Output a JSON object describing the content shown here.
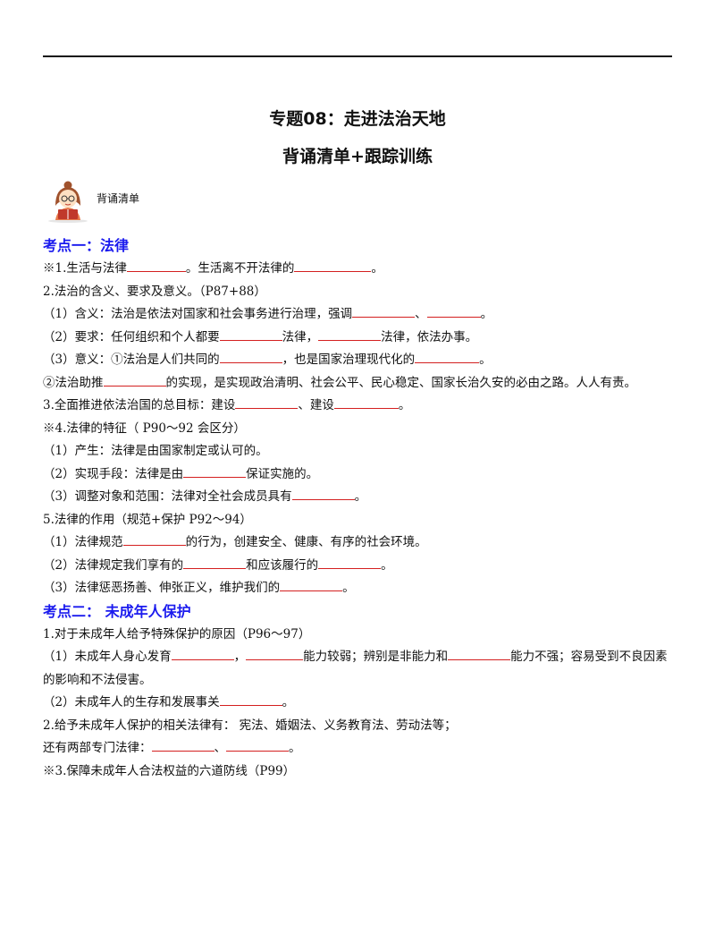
{
  "header": {
    "title": "专题08：走进法治天地",
    "subtitle": "背诵清单+跟踪训练",
    "badge_label": "背诵清单"
  },
  "section1": {
    "heading": "考点一：法律",
    "l1a": "※1.生活与法律",
    "l1b": "。生活离不开法律的",
    "l1c": "。",
    "l2": "2.法治的含义、要求及意义。（P87+88）",
    "l3a": "（1）含义：法治是依法对国家和社会事务进行治理，强调",
    "l3b": "、",
    "l3c": "。",
    "l4a": "（2）要求：任何组织和个人都要",
    "l4b": "法律，",
    "l4c": "法律，依法办事。",
    "l5a": "（3）意义：①法治是人们共同的",
    "l5b": "，也是国家治理现代化的",
    "l5c": "。",
    "l6a": "②法治助推",
    "l6b": "的实现，是实现政治清明、社会公平、民心稳定、国家长治久安的必由之路。人人有责。",
    "l7a": "3.全面推进依法治国的总目标：建设",
    "l7b": "、建设",
    "l7c": "。",
    "l8": "※4.法律的特征（ P90～92 会区分）",
    "l9": "（1）产生：法律是由国家制定或认可的。",
    "l10a": "（2）实现手段：法律是由",
    "l10b": "保证实施的。",
    "l11a": "（3）调整对象和范围：法律对全社会成员具有",
    "l11b": "。",
    "l12": "5.法律的作用（规范+保护 P92～94）",
    "l13a": "（1）法律规范",
    "l13b": "的行为，创建安全、健康、有序的社会环境。",
    "l14a": "（2）法律规定我们享有的",
    "l14b": "和应该履行的",
    "l14c": "。",
    "l15a": "（3）法律惩恶扬善、伸张正义，维护我们的",
    "l15b": "。"
  },
  "section2": {
    "heading": "考点二：  未成年人保护",
    "l1": "1.对于未成年人给予特殊保护的原因（P96～97）",
    "l2a": "（1）未成年人身心发育",
    "l2b": "，",
    "l2c": "能力较弱；辨别是非能力和",
    "l2d": "能力不强；容易受到不良因素的影响和不法侵害。",
    "l3a": "（2）未成年人的生存和发展事关",
    "l3b": "。",
    "l4": "2.给予未成年人保护的相关法律有：  宪法、婚姻法、义务教育法、劳动法等；",
    "l5a": "还有两部专门法律：",
    "l5b": "、",
    "l5c": "。",
    "l6": "※3.保障未成年人合法权益的六道防线（P99）"
  }
}
